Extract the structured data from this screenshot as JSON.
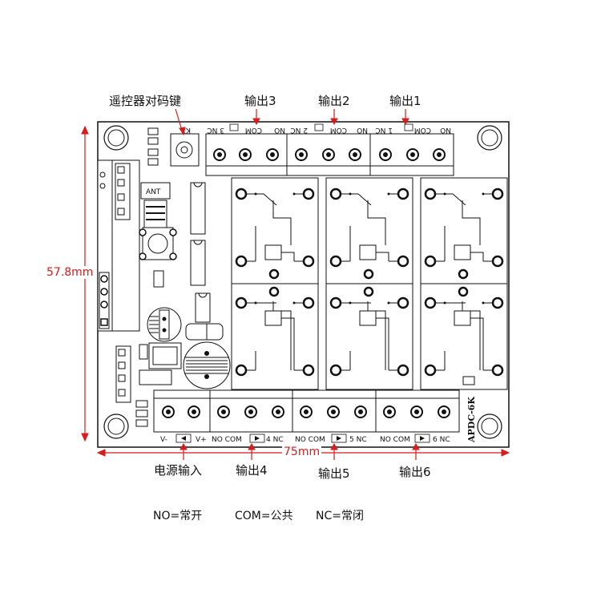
{
  "callouts": {
    "pairing_key": "遥控器对码键",
    "out3": "输出3",
    "out2": "输出2",
    "out1": "输出1",
    "power_in": "电源输入",
    "out4": "输出4",
    "out5": "输出5",
    "out6": "输出6"
  },
  "dimensions": {
    "height": "57.8mm",
    "width": "75mm"
  },
  "legend": {
    "no": "NO=常开",
    "com": "COM=公共",
    "nc": "NC=常闭"
  },
  "silkscreen": {
    "top_labels": [
      "3 NC",
      "COM",
      "NO",
      "2 NC",
      "COM",
      "NO",
      "1 NC",
      "COM",
      "NO"
    ],
    "k1": "K1",
    "ant": "ANT",
    "model": "APDC-6K",
    "bottom_v_minus": "V-",
    "bottom_v_plus": "V+",
    "b4": "NO COM",
    "b4n": "4 NC",
    "b5": "NO COM",
    "b5n": "5 NC",
    "b6": "NO COM",
    "b6n": "6 NC"
  },
  "colors": {
    "dimension": "#d81b1b",
    "outline": "#111111"
  }
}
